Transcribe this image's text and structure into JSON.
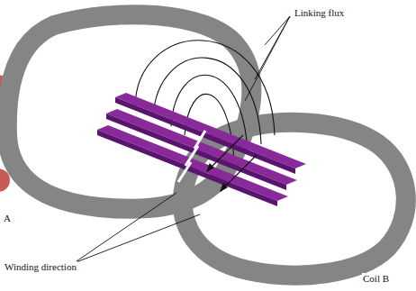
{
  "diagram": {
    "labels": [
      "Linking flux",
      "Winding direction",
      "Coil B",
      "A"
    ]
  }
}
